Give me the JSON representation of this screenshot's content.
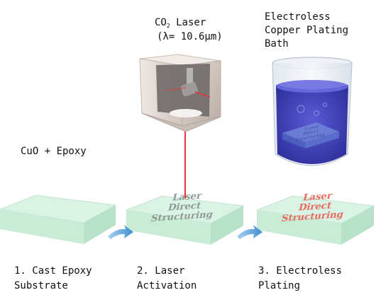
{
  "laser": {
    "title_prefix": "CO",
    "title_subscript": "2",
    "title_suffix": " Laser",
    "wavelength": "(λ= 10.6μm)"
  },
  "bath": {
    "line1": "Electroless",
    "line2": "Copper Plating",
    "line3": "Bath"
  },
  "material_label": "CuO + Epoxy",
  "steps": [
    {
      "line1": "1. Cast Epoxy",
      "line2": "Substrate"
    },
    {
      "line1": "2. Laser",
      "line2": "Activation"
    },
    {
      "line1": "3. Electroless",
      "line2": "Plating"
    }
  ],
  "pattern_text": [
    "Laser",
    "Direct",
    "Structuring"
  ],
  "colors": {
    "substrate_top": "#d6f2e2",
    "substrate_side": "#bde6cf",
    "beam": "#e8343a",
    "activated_text": "#8f9a93",
    "plated_text": "#e86a5e",
    "plating_liquid": "#3f3fb8",
    "arrow": "#4a9bd8"
  }
}
